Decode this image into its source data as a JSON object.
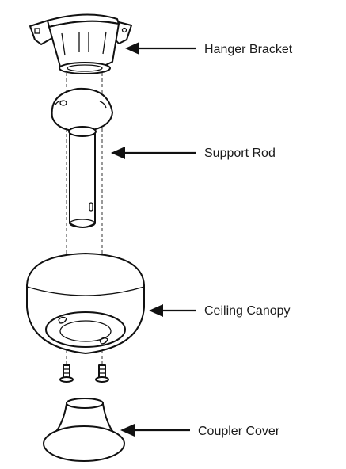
{
  "labels": {
    "hanger_bracket": "Hanger Bracket",
    "support_rod": "Support Rod",
    "ceiling_canopy": "Ceiling Canopy",
    "coupler_cover": "Coupler Cover"
  },
  "colors": {
    "line": "#111111",
    "background": "#ffffff"
  }
}
